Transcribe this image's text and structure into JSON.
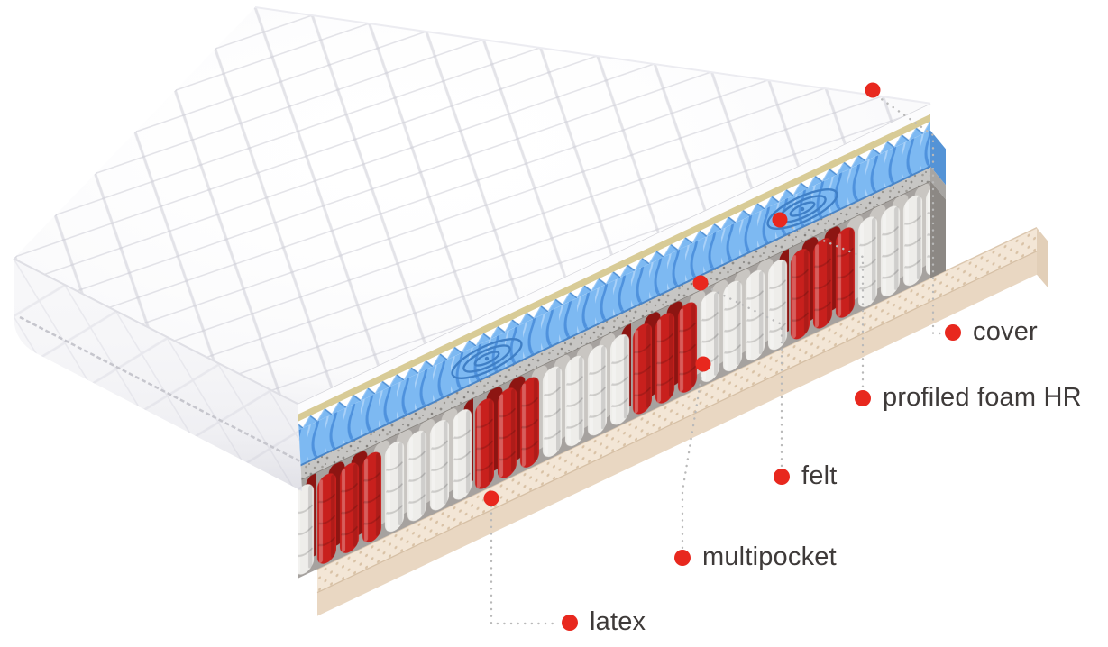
{
  "figure": {
    "type": "mattress cross-section diagram",
    "labels": [
      {
        "id": "cover",
        "text": "cover"
      },
      {
        "id": "profiled_foam_hr",
        "text": "profiled foam HR"
      },
      {
        "id": "felt",
        "text": "felt"
      },
      {
        "id": "multipocket",
        "text": "multipocket"
      },
      {
        "id": "latex",
        "text": "latex"
      }
    ],
    "colors": {
      "accent_marker": "#e8281e",
      "cover_fabric": "#ffffff",
      "cover_trim": "#d8cb96",
      "profiled_foam": "#7db9f2",
      "felt_gray": "#c7c6c4",
      "spring_red": "#c8201d",
      "spring_white": "#eeedea",
      "latex_cream": "#f3e6d6",
      "label_text": "#3e3a39"
    }
  }
}
